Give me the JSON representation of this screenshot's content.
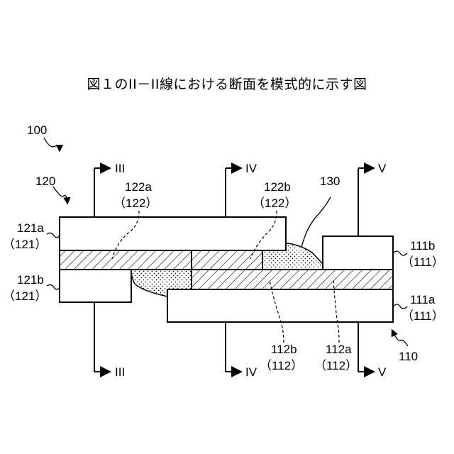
{
  "title": "図１のII－II線における断面を模式的に示す図",
  "labels": {
    "l100": "100",
    "l120": "120",
    "l110": "110",
    "l130": "130",
    "l121a": "121a",
    "l121a_paren": "（121）",
    "l121b": "121b",
    "l121b_paren": "（121）",
    "l122a": "122a",
    "l122a_paren": "（122）",
    "l122b": "122b",
    "l122b_paren": "（122）",
    "l111b": "111b",
    "l111b_paren": "（111）",
    "l111a": "111a",
    "l111a_paren": "（111）",
    "l112b": "112b",
    "l112b_paren": "（112）",
    "l112a": "112a",
    "l112a_paren": "（112）",
    "sec3_top": "III",
    "sec3_bot": "III",
    "sec4_top": "IV",
    "sec4_bot": "IV",
    "sec5_top": "V",
    "sec5_bot": "V"
  }
}
